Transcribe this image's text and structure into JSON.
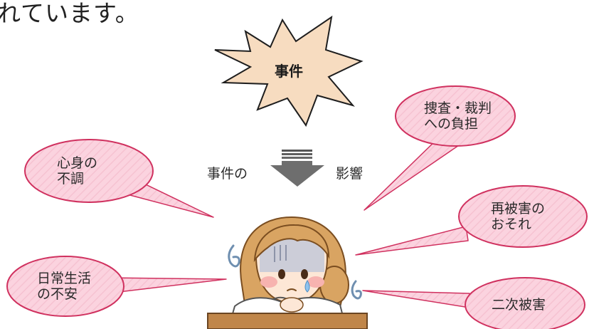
{
  "intro_fragment": "れています。",
  "incident_label": "事件",
  "arrow": {
    "left_text": "事件の",
    "right_text": "影響"
  },
  "bubbles": {
    "mind_body": {
      "line1": "心身の",
      "line2": "不調"
    },
    "investigation": {
      "line1": "捜査・裁判",
      "line2": "への負担"
    },
    "revictimization": {
      "line1": "再被害の",
      "line2": "おそれ"
    },
    "daily_life": {
      "line1": "日常生活",
      "line2": "の不安"
    },
    "secondary": {
      "line1": "二次被害"
    }
  },
  "colors": {
    "bubble_fill": "#fbd3df",
    "bubble_stroke": "#d0315f",
    "burst_fill": "#f7dcc0",
    "arrow": "#6e6e6e"
  },
  "icons": [
    "burst-shape",
    "down-arrow-icon",
    "worried-girl-illustration"
  ]
}
